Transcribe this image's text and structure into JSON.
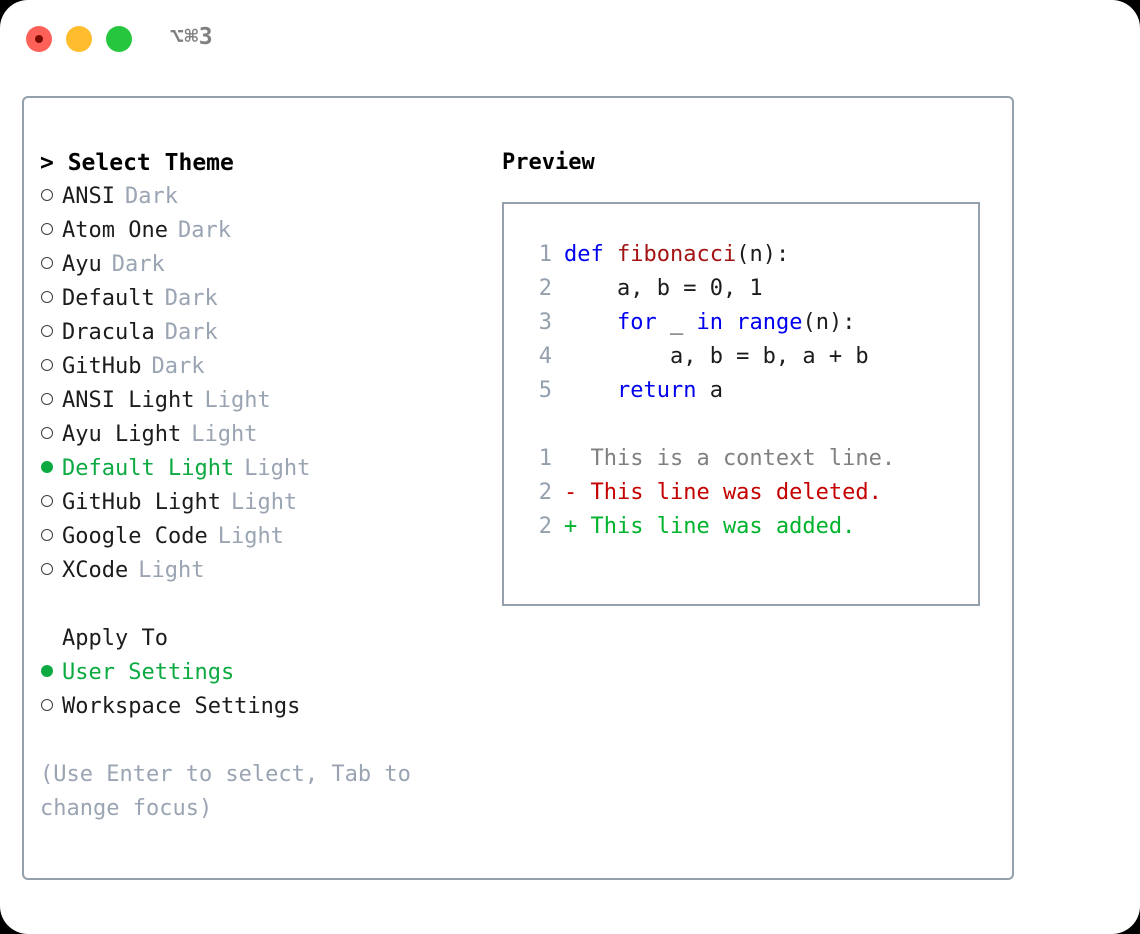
{
  "titlebar": {
    "shortcut": "⌥⌘3",
    "buttons": {
      "close": "close",
      "minimize": "minimize",
      "maximize": "maximize"
    }
  },
  "colors": {
    "accent_green": "#0caa41",
    "border": "#95a0ad",
    "muted": "#9aa4b2",
    "keyword_blue": "#0000ee",
    "function_red": "#a31515",
    "diff_delete": "#c40000",
    "diff_add": "#00b32c"
  },
  "theme_list": {
    "header": "> Select Theme",
    "items": [
      {
        "marker": "ring",
        "label": "ANSI",
        "badge": "Dark",
        "selected": false
      },
      {
        "marker": "ring",
        "label": "Atom One",
        "badge": "Dark",
        "selected": false
      },
      {
        "marker": "ring",
        "label": "Ayu",
        "badge": "Dark",
        "selected": false
      },
      {
        "marker": "ring",
        "label": "Default",
        "badge": "Dark",
        "selected": false
      },
      {
        "marker": "ring",
        "label": "Dracula",
        "badge": "Dark",
        "selected": false
      },
      {
        "marker": "ring",
        "label": "GitHub",
        "badge": "Dark",
        "selected": false
      },
      {
        "marker": "ring",
        "label": "ANSI Light",
        "badge": "Light",
        "selected": false
      },
      {
        "marker": "ring",
        "label": "Ayu Light",
        "badge": "Light",
        "selected": false
      },
      {
        "marker": "filled",
        "label": "Default Light",
        "badge": "Light",
        "selected": true
      },
      {
        "marker": "ring",
        "label": "GitHub Light",
        "badge": "Light",
        "selected": false
      },
      {
        "marker": "ring",
        "label": "Google Code",
        "badge": "Light",
        "selected": false
      },
      {
        "marker": "ring",
        "label": "XCode",
        "badge": "Light",
        "selected": false
      }
    ]
  },
  "apply_to": {
    "title": "Apply To",
    "items": [
      {
        "marker": "filled",
        "label": "User Settings",
        "selected": true
      },
      {
        "marker": "ring",
        "label": "Workspace Settings",
        "selected": false
      }
    ]
  },
  "hint": "(Use Enter to select, Tab to\nchange focus)",
  "preview": {
    "title": "Preview",
    "code_lines": [
      {
        "lineno": "1",
        "tokens": [
          {
            "text": "def ",
            "type": "kw"
          },
          {
            "text": "fibonacci",
            "type": "fn"
          },
          {
            "text": "(n):",
            "type": "plain"
          }
        ]
      },
      {
        "lineno": "2",
        "tokens": [
          {
            "text": "    a, b = 0, 1",
            "type": "plain"
          }
        ]
      },
      {
        "lineno": "3",
        "tokens": [
          {
            "text": "    ",
            "type": "plain"
          },
          {
            "text": "for",
            "type": "kw"
          },
          {
            "text": " _ ",
            "type": "plain"
          },
          {
            "text": "in",
            "type": "kw"
          },
          {
            "text": " ",
            "type": "plain"
          },
          {
            "text": "range",
            "type": "kw"
          },
          {
            "text": "(n):",
            "type": "plain"
          }
        ]
      },
      {
        "lineno": "4",
        "tokens": [
          {
            "text": "        a, b = b, a + b",
            "type": "plain"
          }
        ]
      },
      {
        "lineno": "5",
        "tokens": [
          {
            "text": "    ",
            "type": "plain"
          },
          {
            "text": "return",
            "type": "kw"
          },
          {
            "text": " a",
            "type": "plain"
          }
        ]
      }
    ],
    "diff_lines": [
      {
        "lineno": "1",
        "text": "  This is a context line.",
        "kind": "ctx"
      },
      {
        "lineno": "2",
        "text": "- This line was deleted.",
        "kind": "del"
      },
      {
        "lineno": "2",
        "text": "+ This line was added.",
        "kind": "add"
      }
    ]
  }
}
